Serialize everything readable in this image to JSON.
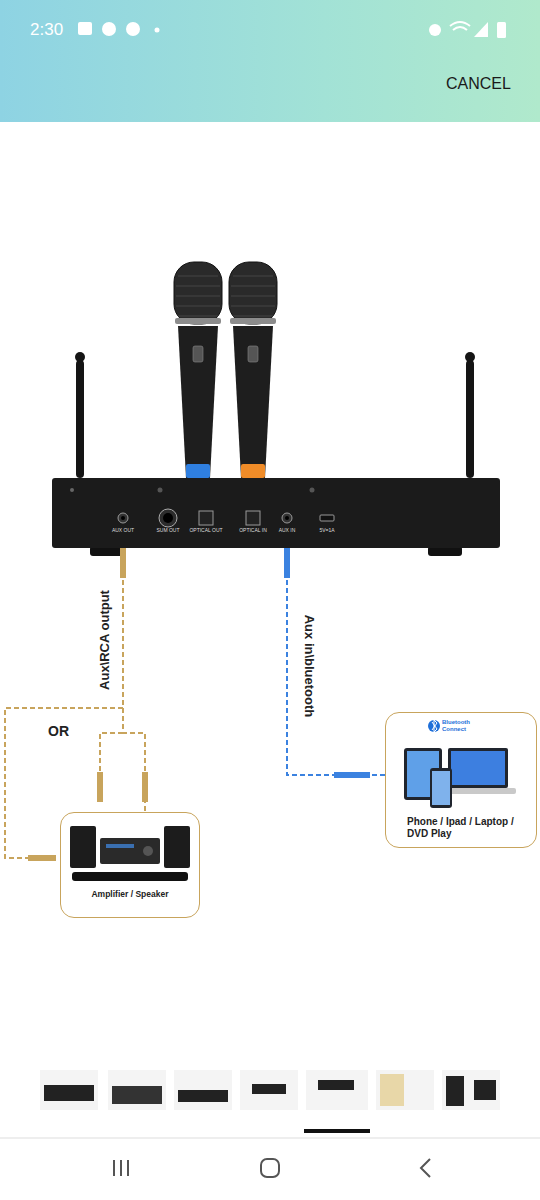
{
  "diagram": {
    "nodes": [
      {
        "text": [
          "AUX OUT",
          "SUM OUT",
          "OPTICAL OUT",
          "OPTICAL IN",
          "AUX IN",
          "5V=1A"
        ]
      },
      {
        "text": [
          "Bluetooth Connect",
          "Phone / Ipad / Laptop / DVD Play"
        ]
      },
      {
        "text": [
          "Amplifier / Speaker"
        ]
      }
    ],
    "edges": [
      {
        "from": 0,
        "to": 2,
        "label": "Aux\\RCA output",
        "arrow": "none"
      },
      {
        "from": 1,
        "to": 0,
        "label": "Aux in\\bluetooth",
        "arrow": "none"
      }
    ],
    "labels": [
      "2:30",
      "CANCEL",
      "OR"
    ]
  }
}
